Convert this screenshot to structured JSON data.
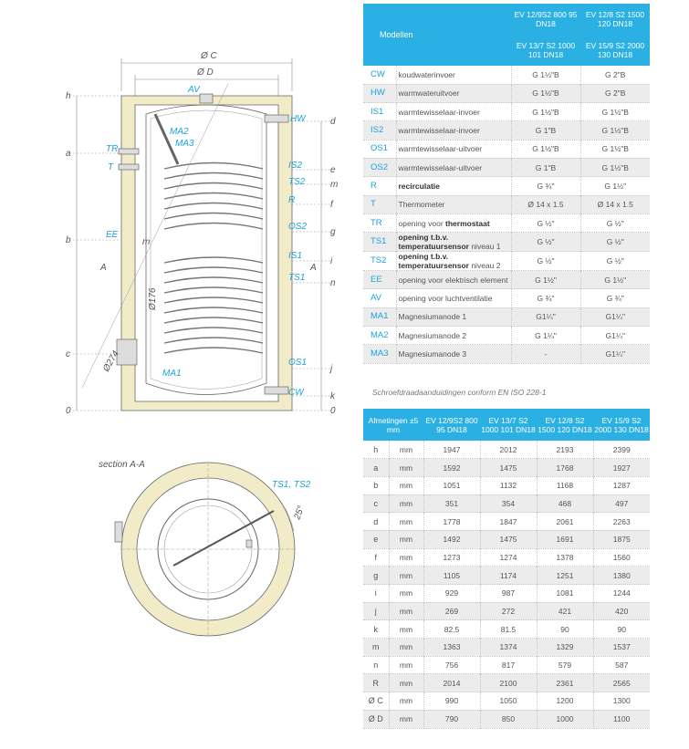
{
  "drawing": {
    "dim_c": "Ø C",
    "dim_d": "Ø D",
    "dim_176": "Ø176",
    "dim_274": "Ø274",
    "section_title": "section A-A",
    "section_ts_label": "TS1, TS2",
    "section_angle": "25°",
    "marker_a": "A",
    "dims_left": [
      "h",
      "a",
      "b",
      "c",
      "0"
    ],
    "dims_right": [
      "d",
      "e",
      "m",
      "f",
      "g",
      "i",
      "n",
      "j",
      "k",
      "0"
    ],
    "dim_m_diag": "m",
    "labels": {
      "av": "AV",
      "hw": "HW",
      "ma2": "MA2",
      "ma3": "MA3",
      "tr": "TR",
      "t": "T",
      "is2": "IS2",
      "ts2": "TS2",
      "r": "R",
      "os2": "OS2",
      "ee": "EE",
      "is1": "IS1",
      "ts1": "TS1",
      "os1": "OS1",
      "ma1": "MA1",
      "cw": "CW"
    }
  },
  "connections": {
    "header_models": "Modellen",
    "header_col1_top": "EV 12/9S2 800 95 DN18",
    "header_col2_top": "EV 12/8 S2 1500 120 DN18",
    "header_col1_bottom": "EV 13/7 S2 1000 101 DN18",
    "header_col2_bottom": "EV 15/9 S2 2000 130 DN18",
    "rows": [
      {
        "code": "CW",
        "desc_pre": "koudwaterinvoer",
        "desc_bold": "",
        "desc_post": "",
        "v1": "G 1½\"B",
        "v2": "G 2\"B"
      },
      {
        "code": "HW",
        "desc_pre": "warmwateruitvoer",
        "desc_bold": "",
        "desc_post": "",
        "v1": "G 1½\"B",
        "v2": "G 2\"B"
      },
      {
        "code": "IS1",
        "desc_pre": "warmtewisselaar-invoer",
        "desc_bold": "",
        "desc_post": "",
        "v1": "G 1½\"B",
        "v2": "G 1½\"B"
      },
      {
        "code": "IS2",
        "desc_pre": "warmtewisselaar-invoer",
        "desc_bold": "",
        "desc_post": "",
        "v1": "G 1\"B",
        "v2": "G 1½\"B"
      },
      {
        "code": "OS1",
        "desc_pre": "warmtewisselaar-uitvoer",
        "desc_bold": "",
        "desc_post": "",
        "v1": "G 1½\"B",
        "v2": "G 1½\"B"
      },
      {
        "code": "OS2",
        "desc_pre": "warmtewisselaar-uitvoer",
        "desc_bold": "",
        "desc_post": "",
        "v1": "G 1\"B",
        "v2": "G 1½\"B"
      },
      {
        "code": "R",
        "desc_pre": "",
        "desc_bold": "recirculatie",
        "desc_post": "",
        "v1": "G ¾\"",
        "v2": "G 1½\""
      },
      {
        "code": "T",
        "desc_pre": "Thermometer",
        "desc_bold": "",
        "desc_post": "",
        "v1": "Ø 14 x 1.5",
        "v2": "Ø 14 x 1.5"
      },
      {
        "code": "TR",
        "desc_pre": "opening voor ",
        "desc_bold": "thermostaat",
        "desc_post": "",
        "v1": "G ½\"",
        "v2": "G ½\""
      },
      {
        "code": "TS1",
        "desc_pre": "",
        "desc_bold": "opening t.b.v. temperatuursensor",
        "desc_post": " niveau 1",
        "v1": "G ½\"",
        "v2": "G ½\""
      },
      {
        "code": "TS2",
        "desc_pre": "",
        "desc_bold": "opening t.b.v. temperatuursensor",
        "desc_post": " niveau 2",
        "v1": "G ½\"",
        "v2": "G ½\""
      },
      {
        "code": "EE",
        "desc_pre": "opening voor elektrisch element",
        "desc_bold": "",
        "desc_post": "",
        "v1": "G 1½\"",
        "v2": "G 1½\""
      },
      {
        "code": "AV",
        "desc_pre": "opening voor luchtventilatie",
        "desc_bold": "",
        "desc_post": "",
        "v1": "G ¾\"",
        "v2": "G ¾\""
      },
      {
        "code": "MA1",
        "desc_pre": "Magnesiumanode 1",
        "desc_bold": "",
        "desc_post": "",
        "v1": "G1¼\"",
        "v2": "G1¼\""
      },
      {
        "code": "MA2",
        "desc_pre": "Magnesiumanode 2",
        "desc_bold": "",
        "desc_post": "",
        "v1": "G 1¼\"",
        "v2": "G1¼\""
      },
      {
        "code": "MA3",
        "desc_pre": "Magnesiumanode 3",
        "desc_bold": "",
        "desc_post": "",
        "v1": "-",
        "v2": "G1¼\""
      }
    ],
    "footnote": "Schroefdraadaanduidingen conform EN ISO 228-1"
  },
  "dimensions": {
    "header_label": "Afmetingen ±5 mm",
    "columns": [
      "EV 12/9S2 800 95 DN18",
      "EV 13/7 S2 1000 101 DN18",
      "EV 12/8 S2 1500 120 DN18",
      "EV 15/9 S2 2000 130 DN18"
    ],
    "rows": [
      {
        "code": "h",
        "unit": "mm",
        "values": [
          "1947",
          "2012",
          "2193",
          "2399"
        ]
      },
      {
        "code": "a",
        "unit": "mm",
        "values": [
          "1592",
          "1475",
          "1768",
          "1927"
        ]
      },
      {
        "code": "b",
        "unit": "mm",
        "values": [
          "1051",
          "1132",
          "1168",
          "1287"
        ]
      },
      {
        "code": "c",
        "unit": "mm",
        "values": [
          "351",
          "354",
          "468",
          "497"
        ]
      },
      {
        "code": "d",
        "unit": "mm",
        "values": [
          "1778",
          "1847",
          "2061",
          "2263"
        ]
      },
      {
        "code": "e",
        "unit": "mm",
        "values": [
          "1492",
          "1475",
          "1691",
          "1875"
        ]
      },
      {
        "code": "f",
        "unit": "mm",
        "values": [
          "1273",
          "1274",
          "1378",
          "1560"
        ]
      },
      {
        "code": "g",
        "unit": "mm",
        "values": [
          "1105",
          "1174",
          "1251",
          "1380"
        ]
      },
      {
        "code": "i",
        "unit": "mm",
        "values": [
          "929",
          "987",
          "1081",
          "1244"
        ]
      },
      {
        "code": "j",
        "unit": "mm",
        "values": [
          "269",
          "272",
          "421",
          "420"
        ]
      },
      {
        "code": "k",
        "unit": "mm",
        "values": [
          "82.5",
          "81.5",
          "90",
          "90"
        ]
      },
      {
        "code": "m",
        "unit": "mm",
        "values": [
          "1363",
          "1374",
          "1329",
          "1537"
        ]
      },
      {
        "code": "n",
        "unit": "mm",
        "values": [
          "756",
          "817",
          "579",
          "587"
        ]
      },
      {
        "code": "R",
        "unit": "mm",
        "values": [
          "2014",
          "2100",
          "2361",
          "2565"
        ]
      },
      {
        "code": "Ø C",
        "unit": "mm",
        "values": [
          "990",
          "1050",
          "1200",
          "1300"
        ]
      },
      {
        "code": "Ø D",
        "unit": "mm",
        "values": [
          "790",
          "850",
          "1000",
          "1100"
        ]
      }
    ]
  }
}
